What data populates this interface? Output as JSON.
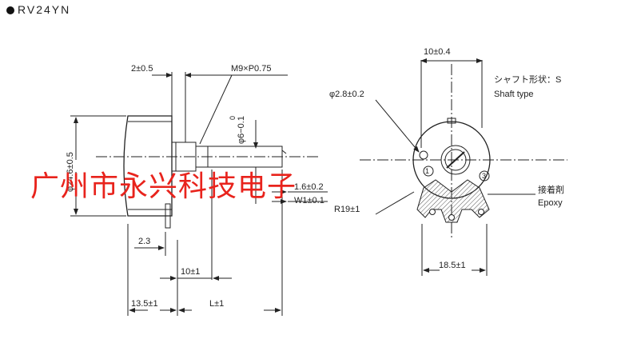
{
  "title": "RV24YN",
  "left_view": {
    "dim_shaft_flat": "2±0.5",
    "dim_thread": "M9×P0.75",
    "dim_shaft_dia": "φ6−0.1",
    "dim_shaft_dia_tol": "0",
    "dim_body_dia": "φ24.6±0.5",
    "dim_pin_offset": "2.3",
    "dim_10": "10±1",
    "dim_body_len": "13.5±1",
    "dim_shaft_len": "L±1",
    "dim_slot_depth": "1.6±0.2",
    "dim_slot_width": "W1±0.1"
  },
  "right_view": {
    "dim_top": "10±0.4",
    "dim_hole": "φ2.8±0.2",
    "shaft_type_jp": "シャフト形状：S",
    "shaft_type_en": "Shaft type",
    "dim_radius": "R19±1",
    "epoxy_jp": "接着剤",
    "epoxy_en": "Epoxy",
    "dim_bottom": "18.5±1",
    "terminal_1": "1",
    "terminal_3": "3"
  },
  "watermark": "广州市永兴科技电子"
}
